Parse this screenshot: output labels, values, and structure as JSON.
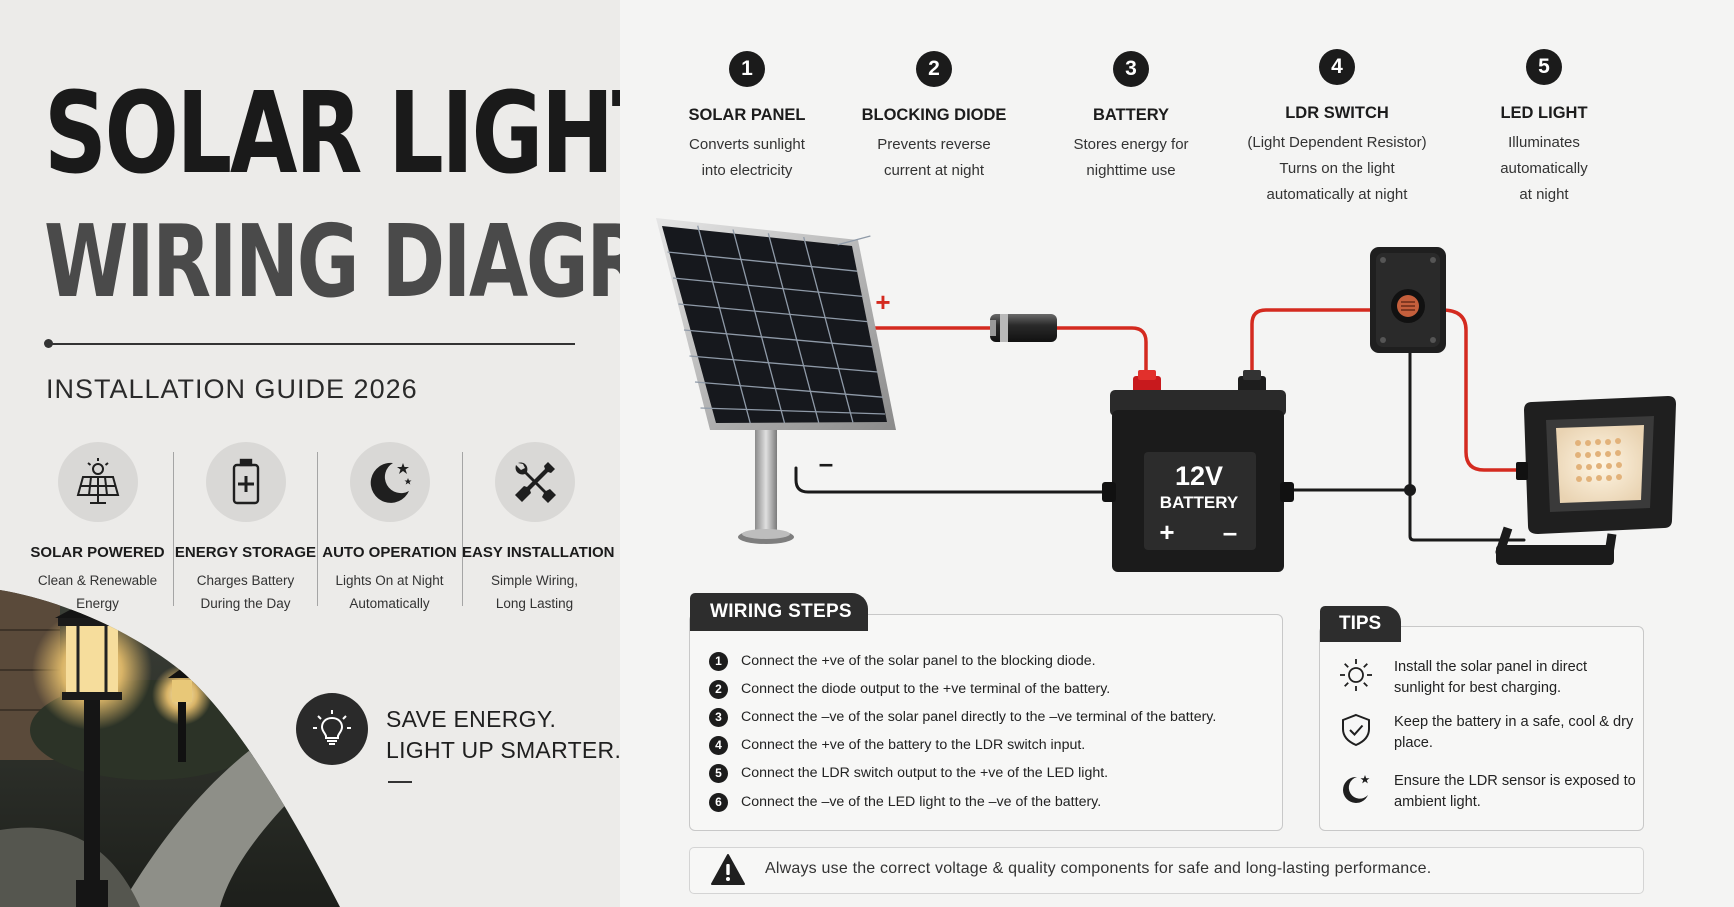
{
  "title": {
    "line1": "SOLAR LIGHTS",
    "line2": "WIRING DIAGRAM"
  },
  "subtitle": "INSTALLATION GUIDE 2026",
  "features": [
    {
      "icon": "solar-panel-icon",
      "title": "SOLAR POWERED",
      "desc1": "Clean & Renewable",
      "desc2": "Energy"
    },
    {
      "icon": "battery-icon",
      "title": "ENERGY STORAGE",
      "desc1": "Charges Battery",
      "desc2": "During the Day"
    },
    {
      "icon": "moon-stars-icon",
      "title": "AUTO OPERATION",
      "desc1": "Lights On at Night",
      "desc2": "Automatically"
    },
    {
      "icon": "tools-icon",
      "title": "EASY INSTALLATION",
      "desc1": "Simple Wiring,",
      "desc2": "Long Lasting"
    }
  ],
  "slogan": {
    "line1": "SAVE ENERGY.",
    "line2": "LIGHT UP SMARTER.",
    "icon": "lightbulb-icon"
  },
  "components": [
    {
      "num": "1",
      "title": "SOLAR PANEL",
      "desc": [
        "Converts sunlight",
        "into electricity"
      ]
    },
    {
      "num": "2",
      "title": "BLOCKING DIODE",
      "desc": [
        "Prevents reverse",
        "current at night"
      ]
    },
    {
      "num": "3",
      "title": "BATTERY",
      "desc": [
        "Stores energy for",
        "nighttime use"
      ]
    },
    {
      "num": "4",
      "title": "LDR SWITCH",
      "desc": [
        "(Light Dependent Resistor)",
        "Turns on the light",
        "automatically at night"
      ]
    },
    {
      "num": "5",
      "title": "LED LIGHT",
      "desc": [
        "Illuminates",
        "automatically",
        "at night"
      ]
    }
  ],
  "diagram": {
    "plus_label": "+",
    "minus_label": "–",
    "battery_voltage": "12V",
    "battery_label": "BATTERY",
    "battery_plus": "+",
    "battery_minus": "–",
    "colors": {
      "positive_wire": "#d42a1f",
      "negative_wire": "#1a1a1a"
    }
  },
  "wiring_steps": {
    "title": "WIRING STEPS",
    "items": [
      {
        "num": "1",
        "text": "Connect the +ve of the solar panel to the blocking diode."
      },
      {
        "num": "2",
        "text": "Connect the diode output to the +ve terminal of the battery."
      },
      {
        "num": "3",
        "text": "Connect the –ve of the solar panel directly to the –ve terminal of the battery."
      },
      {
        "num": "4",
        "text": "Connect the +ve of the battery to the LDR switch input."
      },
      {
        "num": "5",
        "text": "Connect the LDR switch output to the +ve of the LED light."
      },
      {
        "num": "6",
        "text": "Connect the –ve of the LED light to the –ve of the battery."
      }
    ]
  },
  "tips": {
    "title": "TIPS",
    "items": [
      {
        "icon": "sun-icon",
        "text": "Install the solar panel in direct sunlight for best charging."
      },
      {
        "icon": "shield-check-icon",
        "text": "Keep the battery in a safe, cool & dry place."
      },
      {
        "icon": "moon-star-icon",
        "text": "Ensure the LDR sensor is exposed to ambient light."
      }
    ]
  },
  "warning": {
    "icon": "warning-icon",
    "text": "Always use the correct voltage & quality components for safe and long-lasting performance."
  }
}
